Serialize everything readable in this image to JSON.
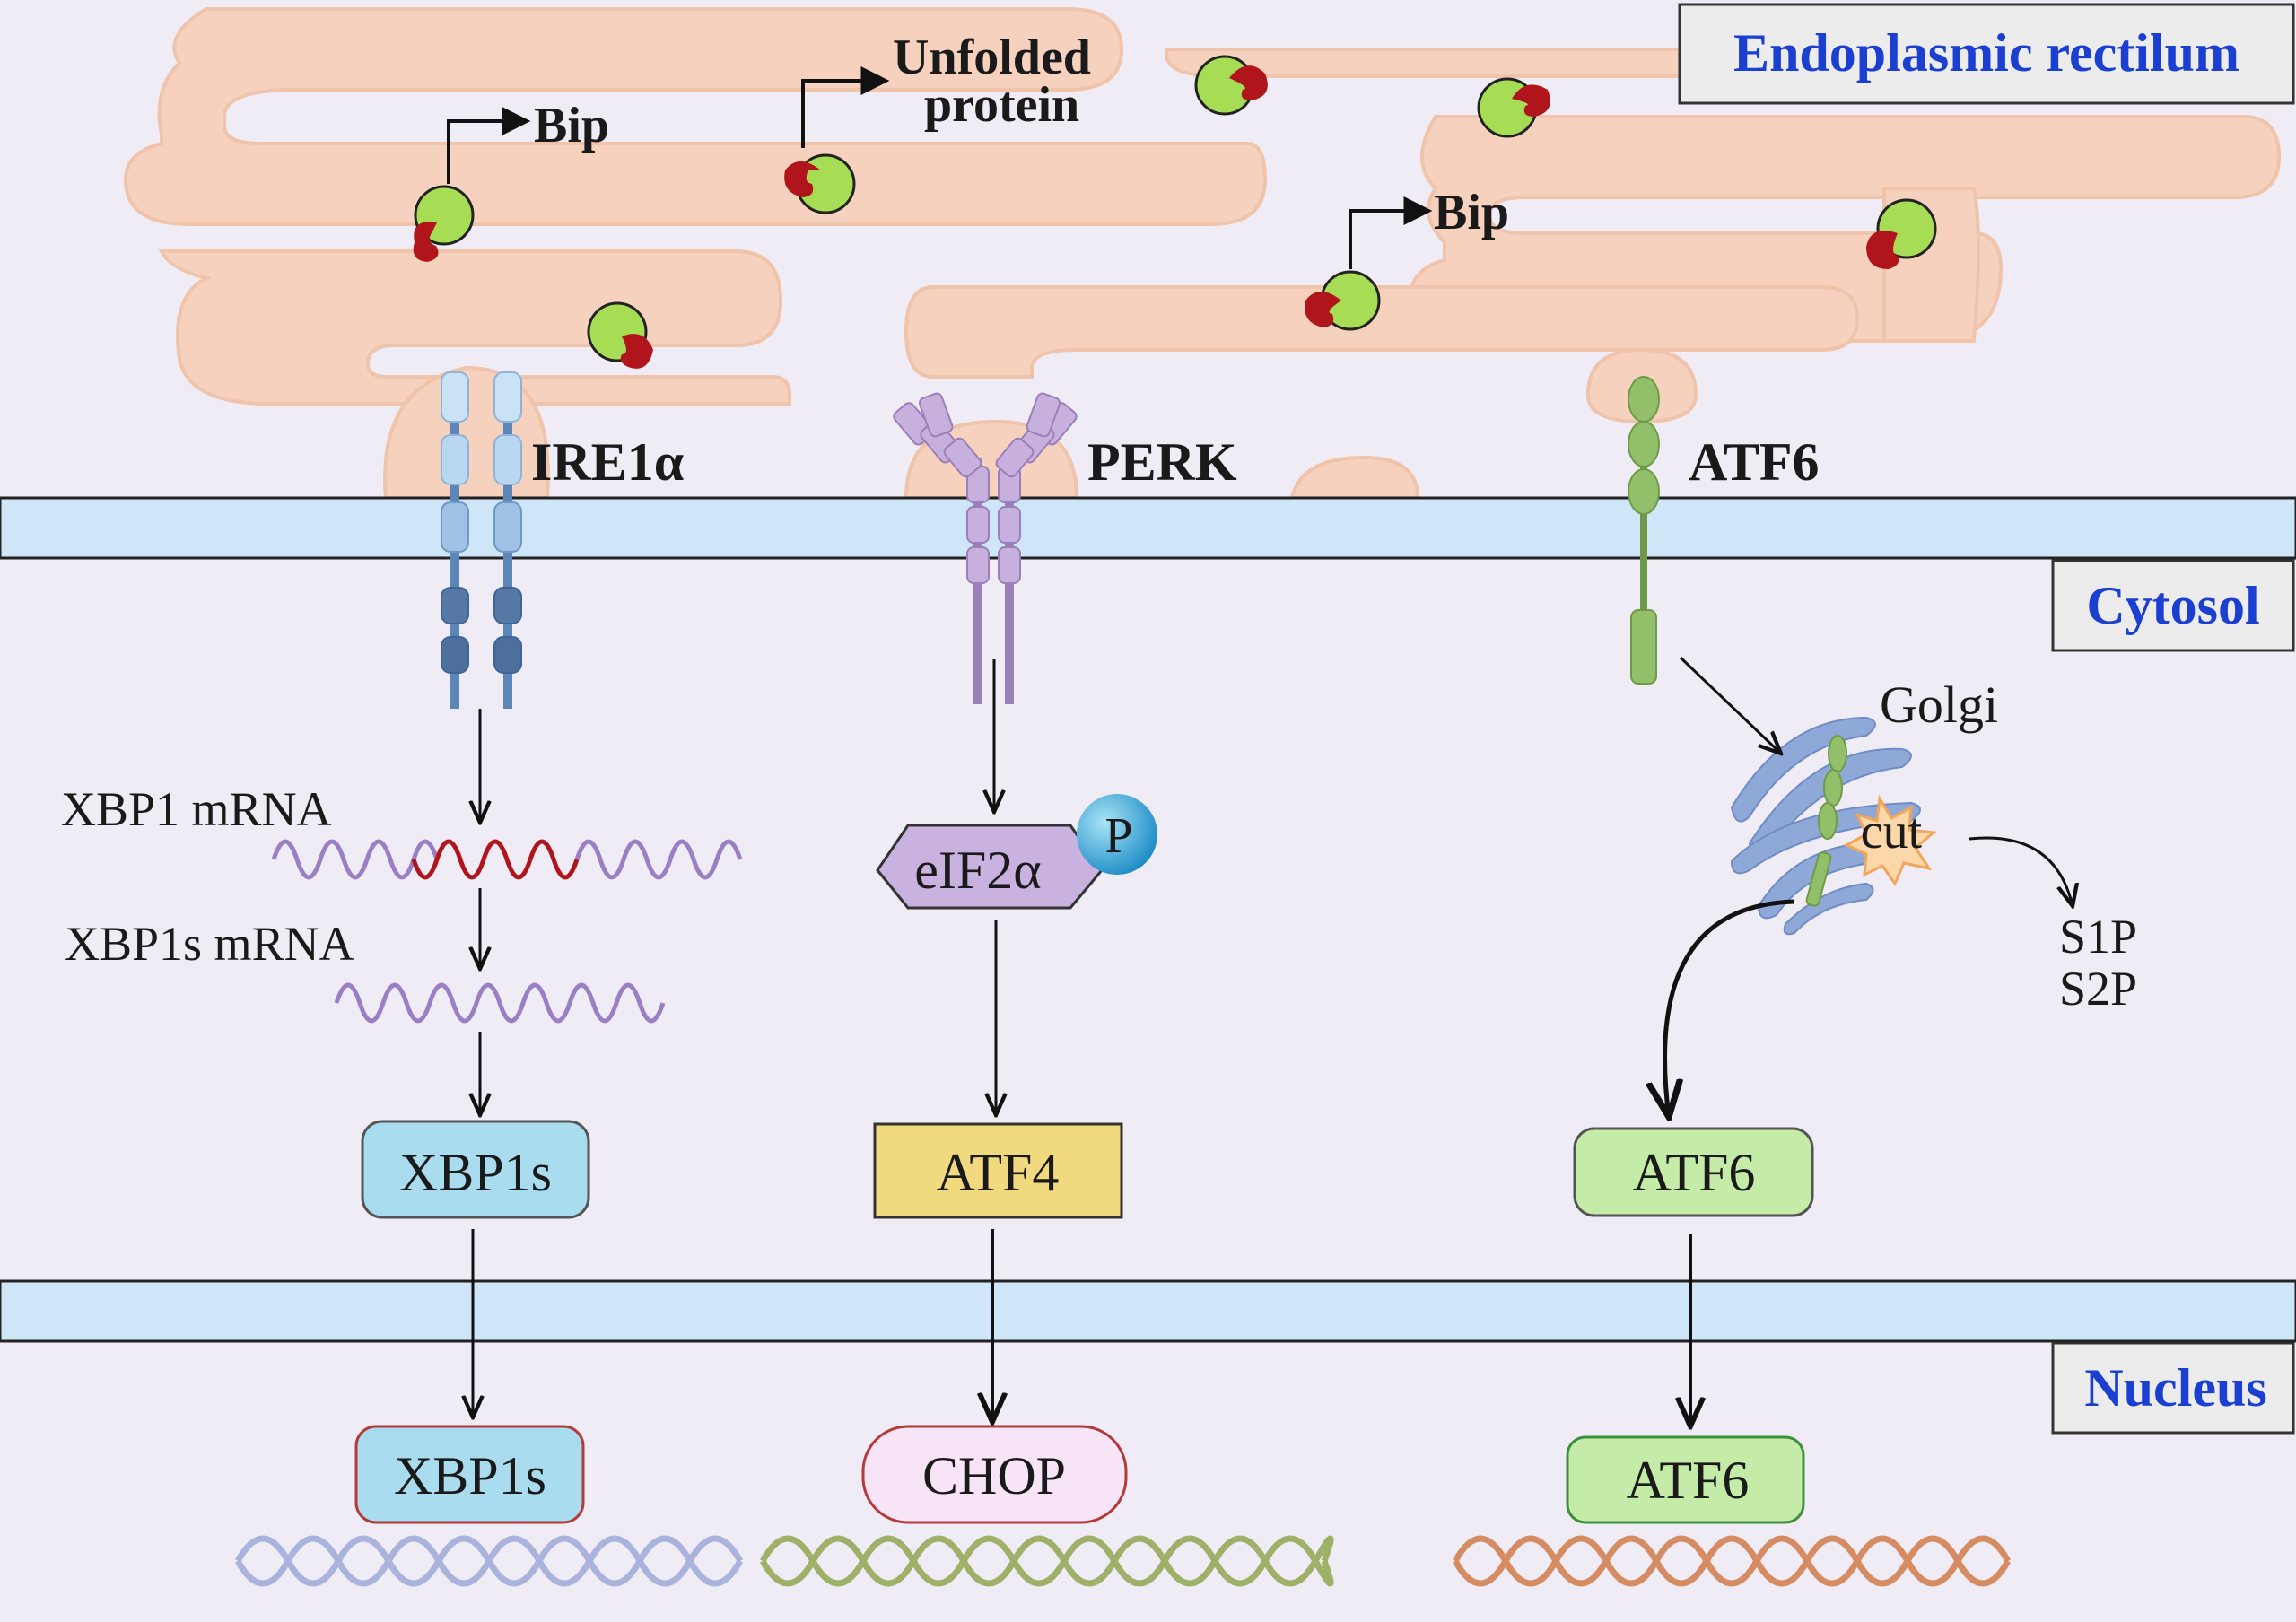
{
  "regions": {
    "er": "Endoplasmic rectilum",
    "cytosol": "Cytosol",
    "nucleus": "Nucleus"
  },
  "er_labels": {
    "bip_left": "Bip",
    "bip_right": "Bip",
    "unfolded_line1": "Unfolded",
    "unfolded_line2": "protein"
  },
  "sensors": {
    "ire1": "IRE1α",
    "perk": "PERK",
    "atf6": "ATF6"
  },
  "ire1_pathway": {
    "xbp1_mrna": "XBP1 mRNA",
    "xbp1s_mrna": "XBP1s mRNA",
    "cytosol_box": "XBP1s",
    "nucleus_box": "XBP1s"
  },
  "perk_pathway": {
    "eif2a": "eIF2α",
    "phospho": "P",
    "cytosol_box": "ATF4",
    "nucleus_box": "CHOP"
  },
  "atf6_pathway": {
    "golgi": "Golgi",
    "cut": "cut",
    "s1p": "S1P",
    "s2p": "S2P",
    "cytosol_box": "ATF6",
    "nucleus_box": "ATF6"
  },
  "colors": {
    "er_fill": "#f6d2be",
    "membrane": "#cfe6f8",
    "region_label_text": "#1b3fd0",
    "bip_green": "#a6dd55",
    "unfolded_red": "#b0151b",
    "xbp1s_box": "#a8dcee",
    "atf4_box": "#f1d97f",
    "atf6_box": "#c5eba8",
    "chop_box": "#f7e4f6",
    "dna_blue": "#a9b3dc",
    "dna_green": "#9fb068",
    "dna_orange": "#d58c62"
  }
}
